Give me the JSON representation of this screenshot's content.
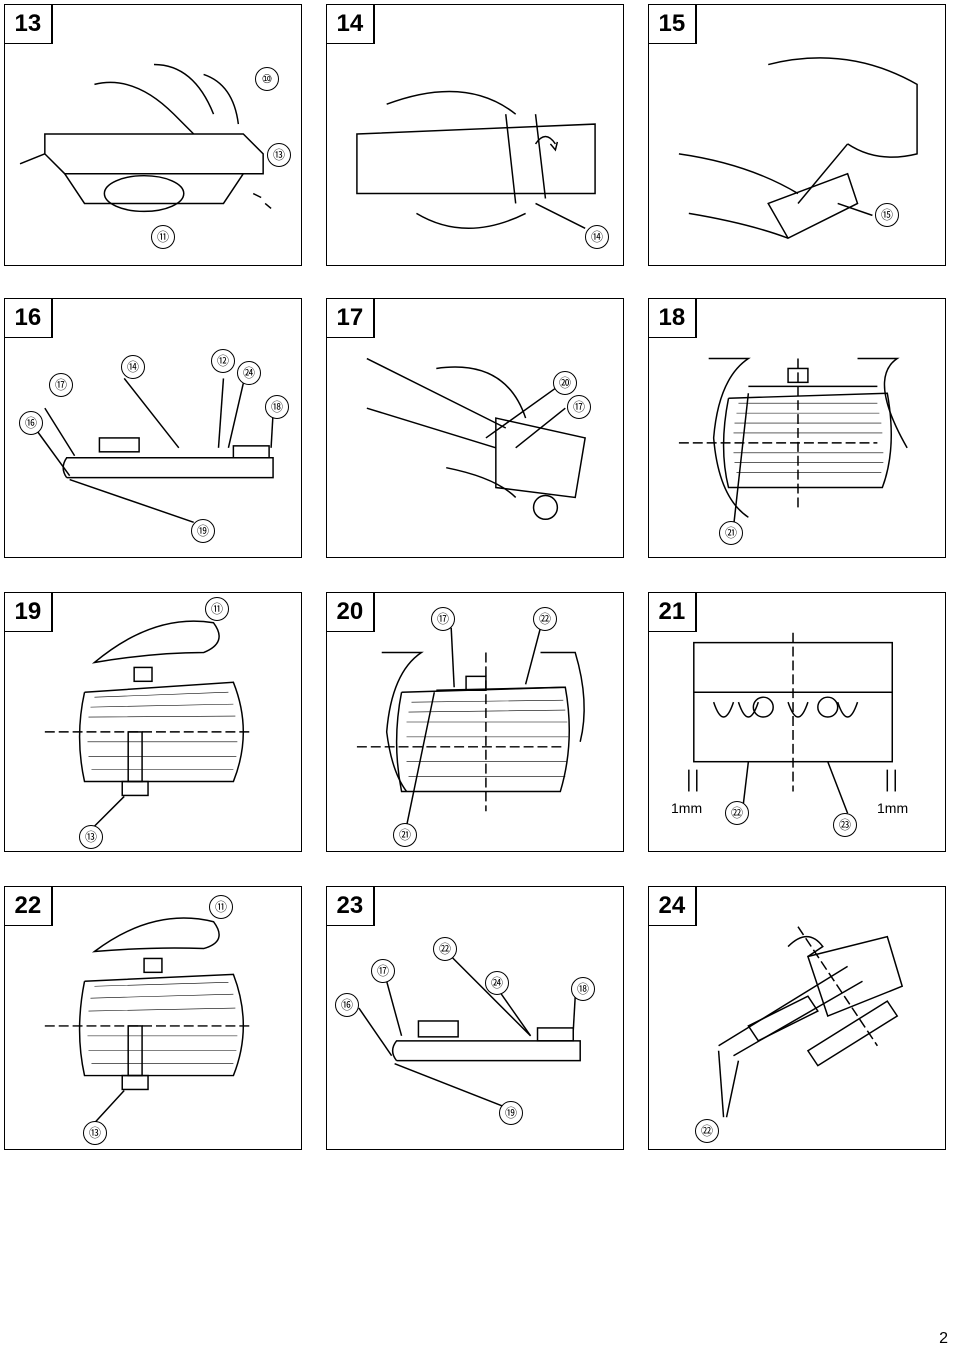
{
  "page_number": "2",
  "panels": [
    {
      "label": "13",
      "callouts": [
        "⑩",
        "⑬",
        "⑪"
      ]
    },
    {
      "label": "14",
      "callouts": [
        "⑭"
      ]
    },
    {
      "label": "15",
      "callouts": [
        "⑮"
      ]
    },
    {
      "label": "16",
      "callouts": [
        "⑰",
        "⑭",
        "⑫",
        "㉔",
        "⑯",
        "⑱",
        "⑲"
      ]
    },
    {
      "label": "17",
      "callouts": [
        "⑳",
        "⑰"
      ]
    },
    {
      "label": "18",
      "callouts": [
        "㉑"
      ]
    },
    {
      "label": "19",
      "callouts": [
        "⑪",
        "⑬"
      ]
    },
    {
      "label": "20",
      "callouts": [
        "⑰",
        "㉒",
        "㉑"
      ]
    },
    {
      "label": "21",
      "callouts": [
        "㉒",
        "㉓"
      ],
      "dimension_labels": [
        "1mm",
        "1mm"
      ]
    },
    {
      "label": "22",
      "callouts": [
        "⑪",
        "⑬"
      ]
    },
    {
      "label": "23",
      "callouts": [
        "㉒",
        "⑰",
        "㉔",
        "⑯",
        "⑱",
        "⑲"
      ]
    },
    {
      "label": "24",
      "callouts": [
        "㉒"
      ]
    }
  ]
}
